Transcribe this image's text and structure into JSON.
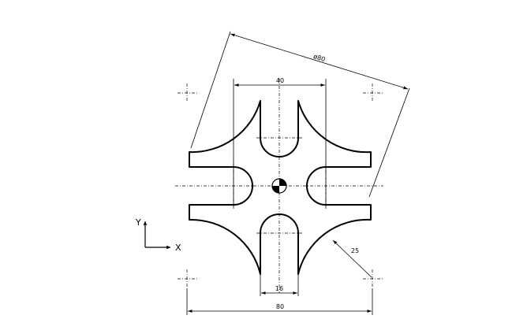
{
  "drawing": {
    "dimensions": {
      "width_top": "40",
      "diagonal": "ø80",
      "radius": "25",
      "slot_width": "16",
      "width_bottom": "80"
    },
    "axes": {
      "x_label": "X",
      "y_label": "Y"
    }
  }
}
